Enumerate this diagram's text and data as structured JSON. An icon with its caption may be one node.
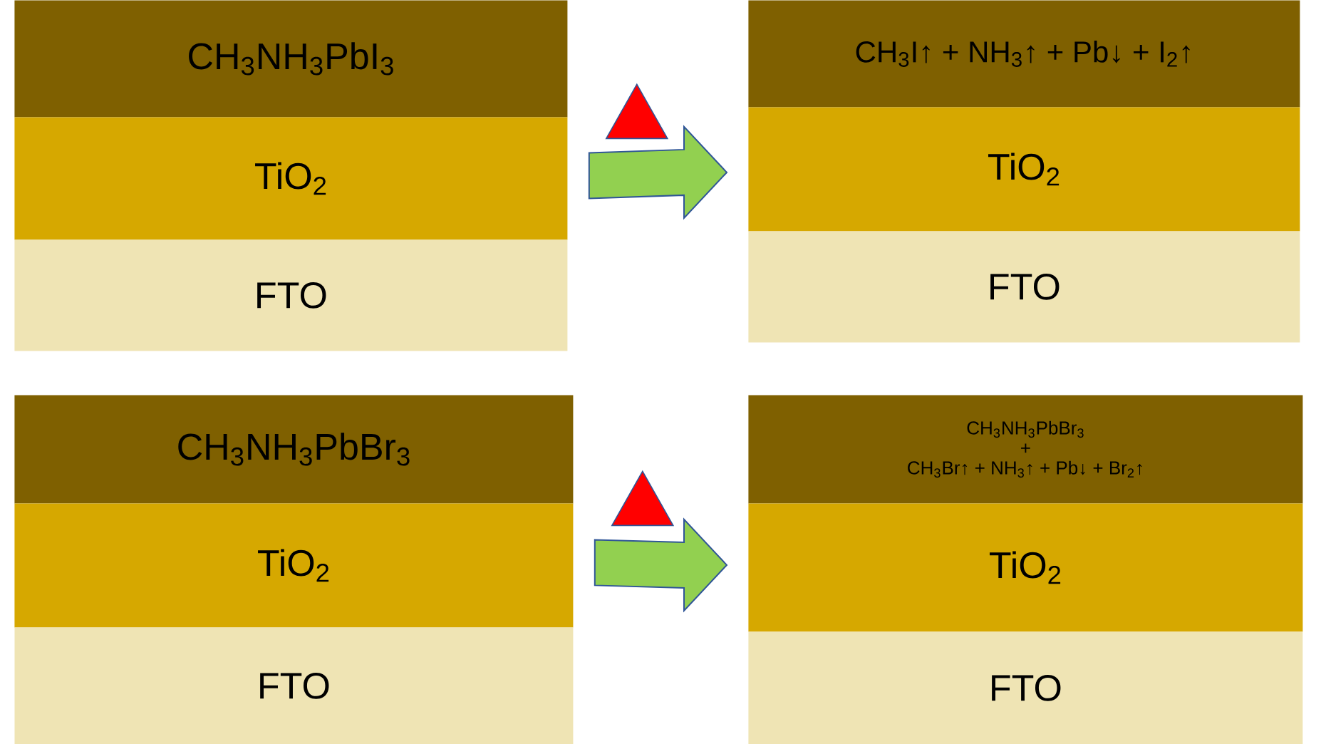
{
  "diagram": {
    "nodes": [
      {
        "text": [
          "CH$_{3}$NH$_{3}$PbI$_{3}$"
        ]
      },
      {
        "text": [
          "TiO$_{2}$"
        ]
      },
      {
        "text": [
          "FTO"
        ]
      },
      {
        "text": [
          "CH$_{3}$I↑ + NH$_{3}$↑ + Pb↓ + I$_{2}$↑"
        ]
      },
      {
        "text": [
          "TiO$_{2}$"
        ]
      },
      {
        "text": [
          "FTO"
        ]
      },
      {
        "text": [
          "CH$_{3}$NH$_{3}$PbBr$_{3}$"
        ]
      },
      {
        "text": [
          "TiO$_{2}$"
        ]
      },
      {
        "text": [
          "FTO"
        ]
      },
      {
        "text": [
          "CH$_{3}$NH$_{3}$PbBr$_{3}$",
          "+",
          "CH$_{3}$Br↑ + NH$_{3}$↑ + Pb↓ + Br$_{2}$↑"
        ]
      },
      {
        "text": [
          "TiO$_{2}$"
        ]
      },
      {
        "text": [
          "FTO"
        ]
      }
    ],
    "edges": [
      {
        "from": 1,
        "to": 4,
        "arrow": "to"
      },
      {
        "from": 7,
        "to": 10,
        "arrow": "to"
      }
    ]
  }
}
